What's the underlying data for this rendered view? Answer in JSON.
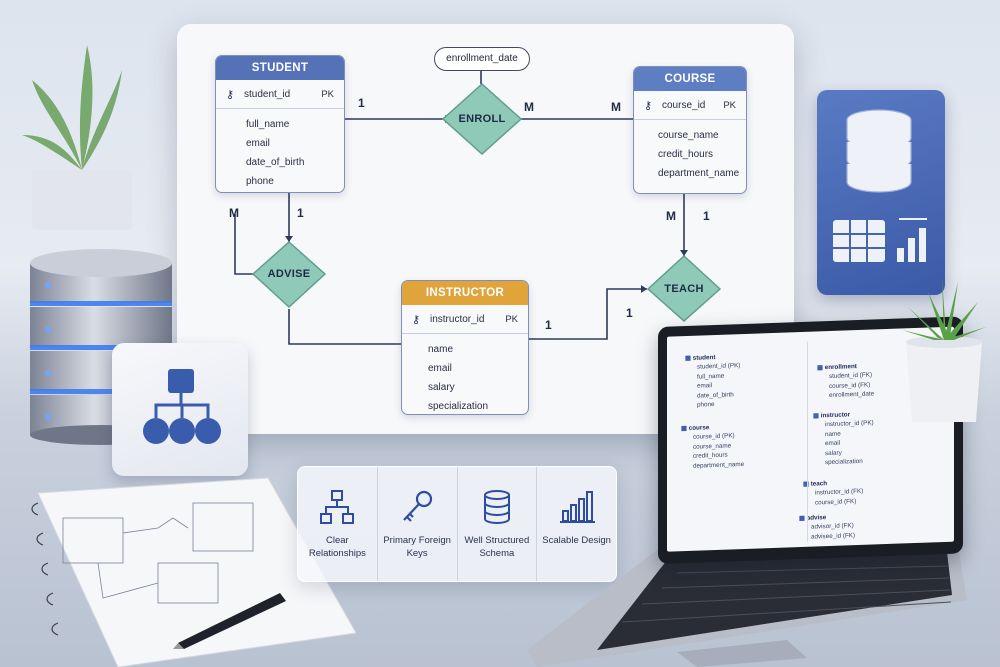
{
  "diagram": {
    "entities": {
      "student": {
        "title": "STUDENT",
        "header_color": "#5572b8",
        "pk_field": "student_id",
        "pk_tag": "PK",
        "attributes": [
          "full_name",
          "email",
          "date_of_birth",
          "phone"
        ]
      },
      "course": {
        "title": "COURSE",
        "header_color": "#5d7ec2",
        "pk_field": "course_id",
        "pk_tag": "PK",
        "attributes": [
          "course_name",
          "credit_hours",
          "department_name"
        ]
      },
      "instructor": {
        "title": "INSTRUCTOR",
        "header_color": "#e0a43a",
        "pk_field": "instructor_id",
        "pk_tag": "PK",
        "attributes": [
          "name",
          "email",
          "salary",
          "specialization"
        ]
      }
    },
    "relationships": {
      "enroll": "ENROLL",
      "advise": "ADVISE",
      "teach": "TEACH"
    },
    "relationship_color": "#8fcab8",
    "attribute_oval": "enrollment_date",
    "cardinalities": {
      "student_enroll": "1",
      "enroll_side": "M",
      "course_enroll": "M",
      "advise_left": "M",
      "advise_right": "1",
      "course_teach_m": "M",
      "course_teach_1": "1",
      "instructor_teach": "1",
      "teach_side": "1"
    }
  },
  "features": [
    {
      "icon": "hierarchy-icon",
      "label": "Clear Relationships"
    },
    {
      "icon": "key-icon",
      "label": "Primary Foreign Keys"
    },
    {
      "icon": "database-icon",
      "label": "Well Structured Schema"
    },
    {
      "icon": "bar-chart-icon",
      "label": "Scalable Design"
    }
  ],
  "laptop_schema": {
    "student": {
      "name": "student",
      "fields": [
        "student_id  (PK)",
        "full_name",
        "email",
        "date_of_birth",
        "phone"
      ]
    },
    "course": {
      "name": "course",
      "fields": [
        "course_id  (PK)",
        "course_name",
        "credit_hours",
        "department_name"
      ]
    },
    "enrollment": {
      "name": "enrollment",
      "fields": [
        "student_id  (FK)",
        "course_id  (FK)",
        "enrollment_date"
      ]
    },
    "instructor": {
      "name": "instructor",
      "fields": [
        "instructor_id  (PK)",
        "name",
        "email",
        "salary",
        "specialization"
      ]
    },
    "teach": {
      "name": "teach",
      "fields": [
        "instructor_id  (FK)",
        "course_id  (FK)"
      ]
    },
    "advise": {
      "name": "advise",
      "fields": [
        "advisor_id  (FK)",
        "advisee_id  (FK)"
      ]
    }
  }
}
